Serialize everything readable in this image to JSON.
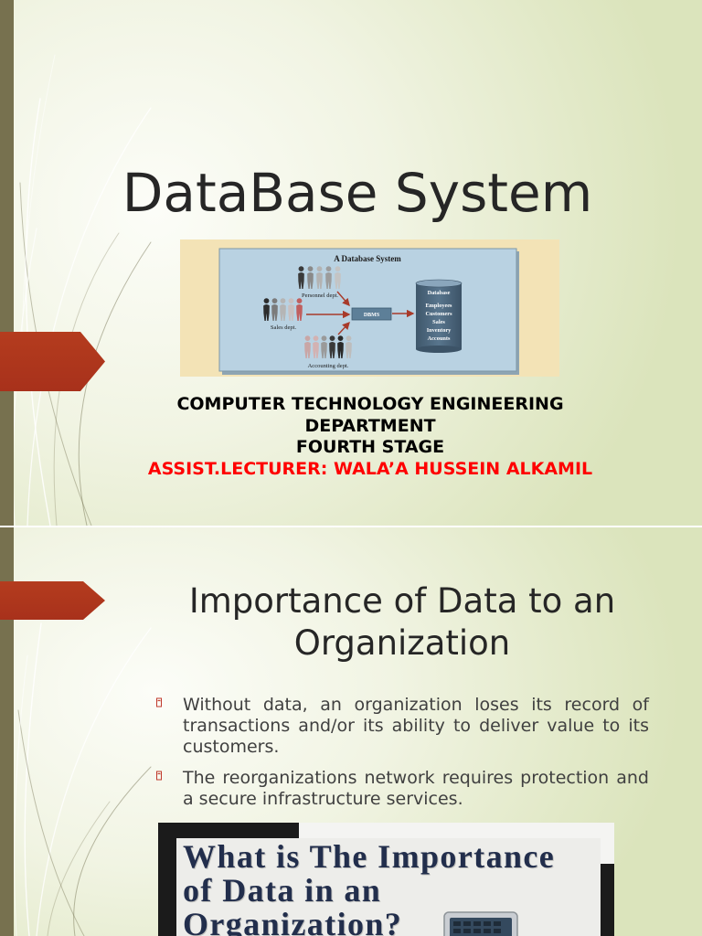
{
  "slide1": {
    "title": "DataBase System",
    "figure": {
      "title": "A Database System",
      "personnel_label": "Personnel dept.",
      "sales_label": "Sales dept.",
      "accounting_label": "Accounting dept.",
      "dbms_label": "DBMS",
      "database_label": "Database",
      "database_items": [
        "Employees",
        "Customers",
        "Sales",
        "Inventory",
        "Accounts"
      ]
    },
    "subtitle_lines": [
      "COMPUTER TECHNOLOGY ENGINEERING",
      "DEPARTMENT",
      "FOURTH STAGE"
    ],
    "lecturer": "ASSIST.LECTURER: WALA’A HUSSEIN ALKAMIL"
  },
  "slide2": {
    "title_lines": [
      "Importance of Data to an",
      "Organization"
    ],
    "bullets": [
      "Without data, an organization loses its record of transactions and/or its ability to deliver value to its customers.",
      "The reorganizations network requires protection and a secure infrastructure services."
    ],
    "image_heading_lines": [
      "What is The Importance",
      "of Data in an",
      "Organization?"
    ]
  },
  "icons": {
    "bullet": "arrow-bullet-icon",
    "image_device": "laptop-icon",
    "slide_marker": "arrow-tab-icon"
  },
  "colors": {
    "side": "#77714f",
    "arrow": "#a8311b",
    "lecturer": "#ff0000",
    "bullet": "#c0392b",
    "body-text": "#404040",
    "title-text": "#262626",
    "img-heading": "#222e4c"
  }
}
